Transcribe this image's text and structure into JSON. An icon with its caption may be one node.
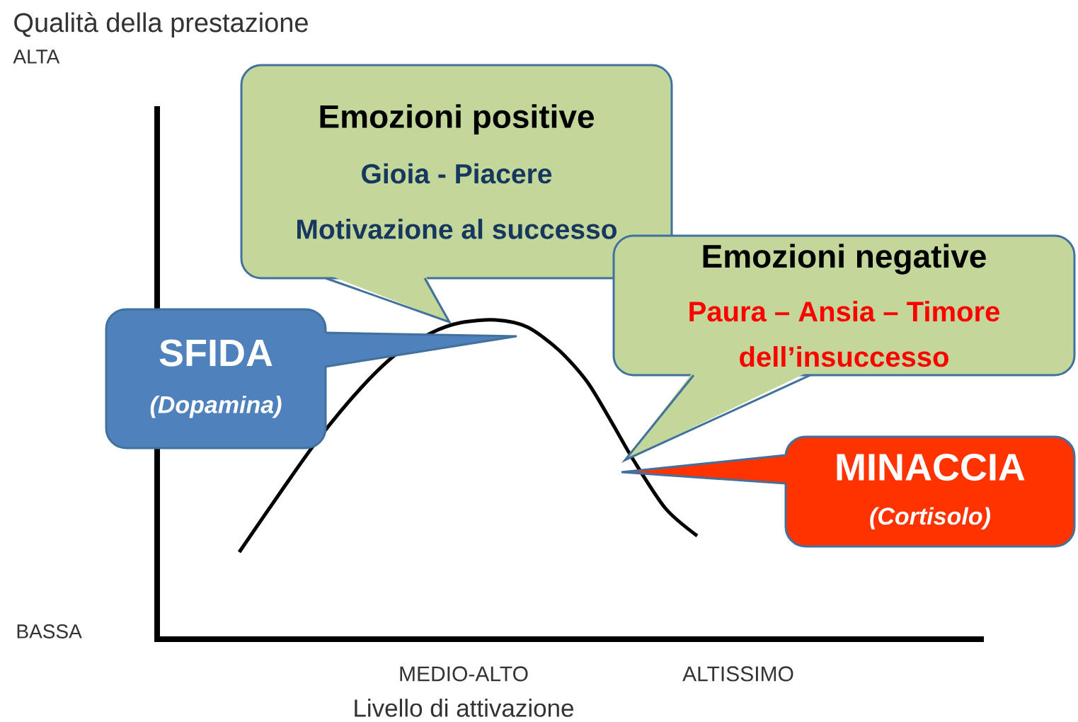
{
  "diagram": {
    "nodes": [
      {
        "text": [
          "Emozioni positive",
          "Gioia - Piacere",
          "Motivazione al successo"
        ]
      },
      {
        "text": [
          "SFIDA",
          "(Dopamina)"
        ]
      },
      {
        "text": [
          "Emozioni negative",
          "Paura – Ansia – Timore dell’insuccesso"
        ]
      },
      {
        "text": [
          "MINACCIA",
          "(Cortisolo)"
        ]
      }
    ],
    "labels": [
      "Qualità della prestazione",
      "ALTA",
      "BASSA",
      "MEDIO-ALTO",
      "ALTISSIMO",
      "Livello di attivazione"
    ]
  }
}
